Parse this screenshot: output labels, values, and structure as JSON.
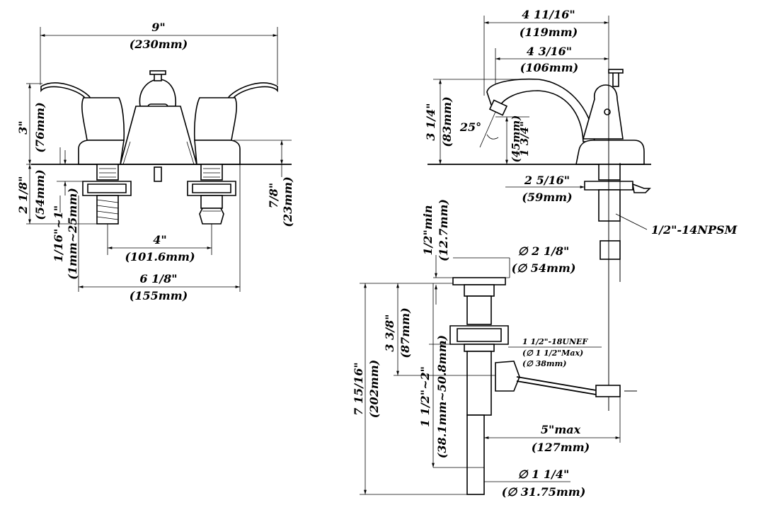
{
  "front_view": {
    "overall_width": "9\"",
    "overall_width_mm": "(230mm)",
    "height": "3\"",
    "height_mm": "(76mm)",
    "shank": "2 1/8\"",
    "shank_mm": "(54mm)",
    "thickness": "1/16\"~1\"",
    "thickness_mm": "(1mm~25mm)",
    "deck_height": "7/8\"",
    "deck_height_mm": "(23mm)",
    "centers": "4\"",
    "centers_mm": "(101.6mm)",
    "base_width": "6 1/8\"",
    "base_width_mm": "(155mm)"
  },
  "side_view": {
    "reach_total": "4 11/16\"",
    "reach_total_mm": "(119mm)",
    "reach": "4 3/16\"",
    "reach_mm": "(106mm)",
    "spout_height": "3 1/4\"",
    "spout_height_mm": "(83mm)",
    "angle": "25°",
    "aerator_height": "1 3/4\"",
    "aerator_height_mm": "(45mm)",
    "base_depth": "2 5/16\"",
    "base_depth_mm": "(59mm)",
    "supply_thread": "1/2\"-14NPSM"
  },
  "drain": {
    "min_height": "1/2\"min",
    "min_height_mm": "(12.7mm)",
    "flange_dia": "∅ 2 1/8\"",
    "flange_dia_mm": "(∅ 54mm)",
    "total_height": "7 15/16\"",
    "total_height_mm": "(202mm)",
    "body_height": "3 3/8\"",
    "body_height_mm": "(87mm)",
    "thread": "1 1/2\"-18UNEF",
    "thread_max": "(∅ 1 1/2\"Max)",
    "thread_mm": "(∅ 38mm)",
    "range": "1 1/2\"~2\"",
    "range_mm": "(38.1mm~50.8mm)",
    "rod_max": "5\"max",
    "rod_max_mm": "(127mm)",
    "tail_dia": "∅ 1 1/4\"",
    "tail_dia_mm": "(∅ 31.75mm)"
  }
}
